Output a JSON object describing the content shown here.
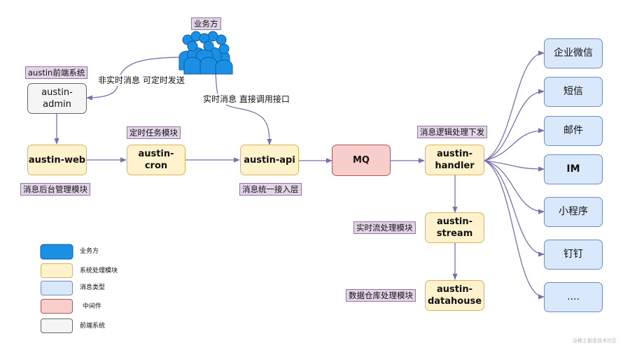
{
  "nodes": {
    "business": "业务方",
    "admin": "austin-admin",
    "web": "austin-web",
    "cron": "austin-cron",
    "api": "austin-api",
    "mq": "MQ",
    "handler": "austin-\nhandler",
    "stream": "austin-\nstream",
    "datahouse": "austin-\ndatahouse"
  },
  "channels": [
    "企业微信",
    "短信",
    "邮件",
    "IM",
    "小程序",
    "钉钉",
    "...."
  ],
  "labels": {
    "frontend": "austin前端系统",
    "non_realtime": "非实时消息 可定时发送",
    "realtime": "实时消息 直接调用接口",
    "cron_module": "定时任务模块",
    "web_module": "消息后台管理模块",
    "api_module": "消息统一接入层",
    "handler_module": "消息逻辑处理下发",
    "stream_module": "实时流处理模块",
    "datahouse_module": "数据仓库处理模块"
  },
  "legend": [
    {
      "text": "业务方",
      "color": "#1a8fe3"
    },
    {
      "text": "系统处理模块",
      "color": "#fff2cc"
    },
    {
      "text": "消息类型",
      "color": "#dae8fc"
    },
    {
      "text": "中间件",
      "color": "#f8cecc"
    },
    {
      "text": "前端系统",
      "color": "#f5f5f5"
    }
  ],
  "colors": {
    "edge": "#7a6fb0",
    "people": "#1a8fe3",
    "system": "#fff2cc",
    "message": "#dae8fc",
    "middleware": "#f8cecc",
    "frontend": "#f5f5f5"
  },
  "watermark": "@稀土掘金技术社区"
}
